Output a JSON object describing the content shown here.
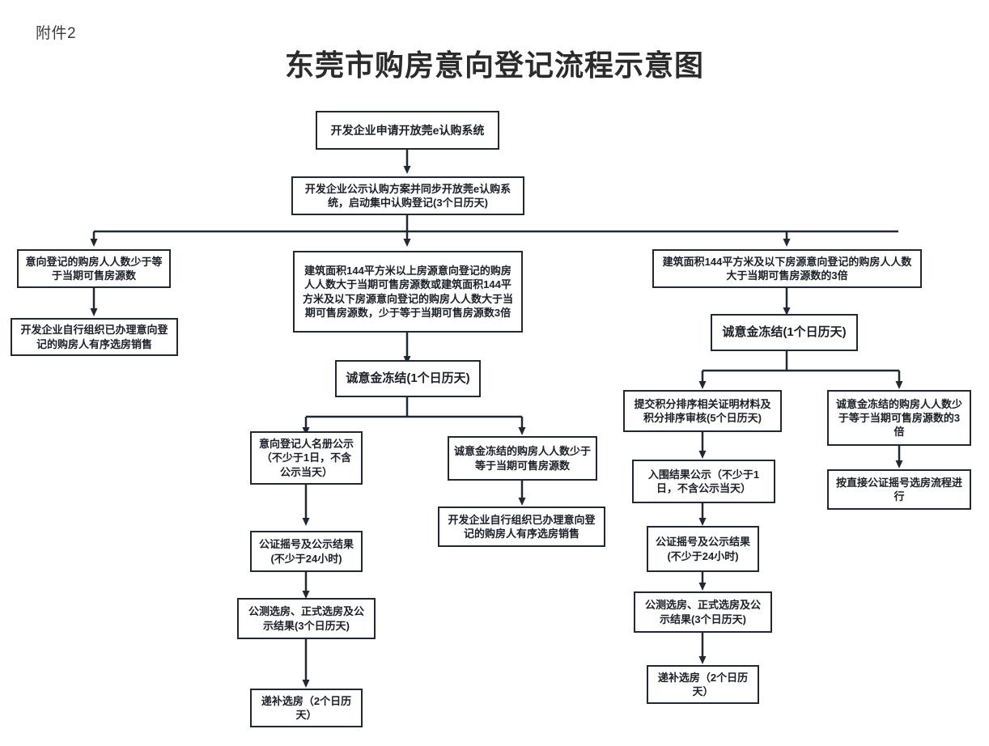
{
  "document": {
    "attachment_label": "附件2",
    "title": "东莞市购房意向登记流程示意图"
  },
  "colors": {
    "box_border": "#222831",
    "box_fill": "#ffffff",
    "connector": "#222831",
    "title_text": "#2b2b2b",
    "page_background": "#ffffff"
  },
  "flow": {
    "start": {
      "apply": "开发企业申请开放莞e认购系统",
      "publicize": "开发企业公示认购方案并同步开放莞e认购系统，启动集中认购登记(3个日历天)"
    },
    "branch_left": {
      "condition": "意向登记的购房人人数少于等于当期可售房源数",
      "result": "开发企业自行组织已办理意向登记的购房人有序选房销售"
    },
    "branch_middle": {
      "condition": "建筑面积144平方米以上房源意向登记的购房人人数大于当期可售房源数或建筑面积144平方米及以下房源意向登记的购房人人数大于当期可售房源数，少于等于当期可售房源数3倍",
      "freeze": "诚意金冻结(1个日历天)",
      "left_path": [
        "意向登记人名册公示（不少于1日，不含公示当天）",
        "公证摇号及公示结果(不少于24小时)",
        "公测选房、正式选房及公示结果(3个日历天)",
        "递补选房（2个日历天）"
      ],
      "right_path": [
        "诚意金冻结的购房人人数少于等于当期可售房源数",
        "开发企业自行组织已办理意向登记的购房人有序选房销售"
      ]
    },
    "branch_right": {
      "condition": "建筑面积144平方米及以下房源意向登记的购房人人数大于当期可售房源数的3倍",
      "freeze": "诚意金冻结(1个日历天)",
      "left_path": [
        "提交积分排序相关证明材料及积分排序审核(5个日历天)",
        "入围结果公示（不少于1日，不含公示当天）",
        "公证摇号及公示结果(不少于24小时)",
        "公测选房、正式选房及公示结果(3个日历天)",
        "递补选房（2个日历天）"
      ],
      "right_path": [
        "诚意金冻结的购房人人数少于等于当期可售房源数的3倍",
        "按直接公证摇号选房流程进行"
      ]
    }
  }
}
